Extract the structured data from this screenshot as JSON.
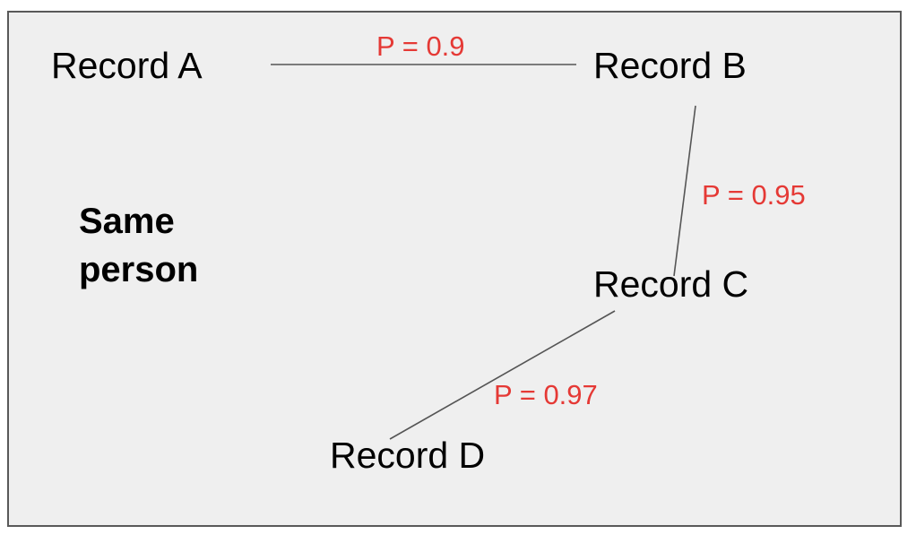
{
  "nodes": {
    "a": "Record A",
    "b": "Record B",
    "c": "Record C",
    "d": "Record D"
  },
  "edges": {
    "ab": "P = 0.9",
    "bc": "P = 0.95",
    "cd": "P = 0.97"
  },
  "group_label": {
    "line1": "Same",
    "line2": "person"
  },
  "colors": {
    "probability_text": "#e53935",
    "edge_line": "#555555",
    "background": "#efefef",
    "border": "#595959"
  }
}
